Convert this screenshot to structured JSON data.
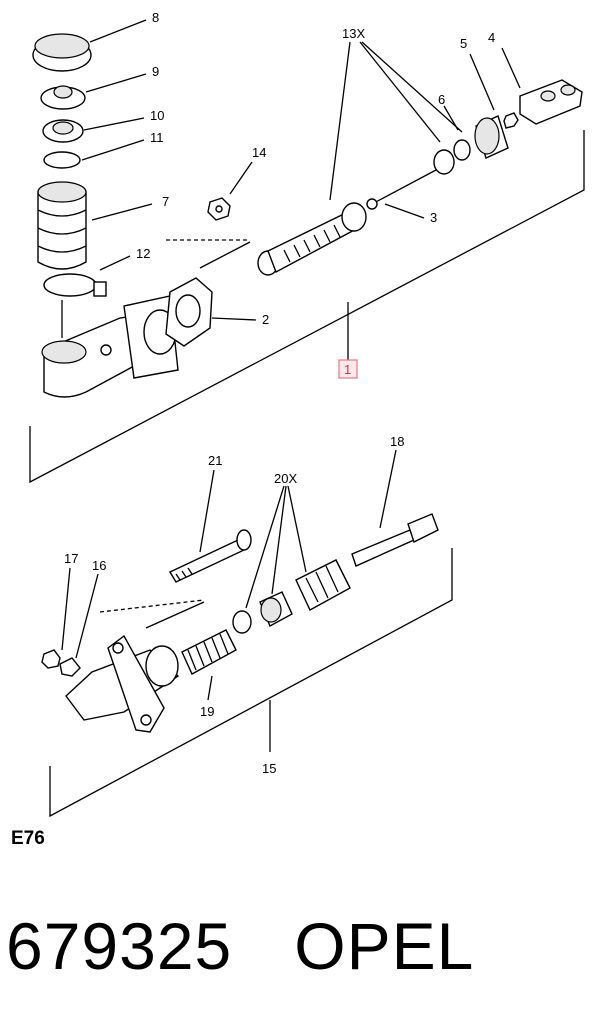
{
  "diagram": {
    "labels": {
      "p1": "1",
      "p2": "2",
      "p3": "3",
      "p4": "4",
      "p5": "5",
      "p6": "6",
      "p7": "7",
      "p8": "8",
      "p9": "9",
      "p10": "10",
      "p11": "11",
      "p12": "12",
      "p13": "13X",
      "p14": "14",
      "p15": "15",
      "p16": "16",
      "p17": "17",
      "p18": "18",
      "p19": "19",
      "p20": "20X",
      "p21": "21"
    },
    "figure_code": "E76"
  },
  "footer": {
    "part_number": "679325",
    "brand": "OPEL"
  }
}
